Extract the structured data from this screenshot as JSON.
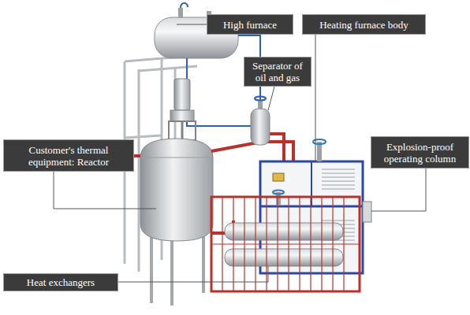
{
  "diagram": {
    "nodes": [
      {
        "text": [
          "High furnace"
        ]
      },
      {
        "text": [
          "Heating furnace body"
        ]
      },
      {
        "text": [
          "Separator of oil and gas"
        ]
      },
      {
        "text": [
          "Customer's thermal equipment: Reactor"
        ]
      },
      {
        "text": [
          "Explosion-proof operating column"
        ]
      },
      {
        "text": [
          "Heat exchangers"
        ]
      }
    ]
  }
}
